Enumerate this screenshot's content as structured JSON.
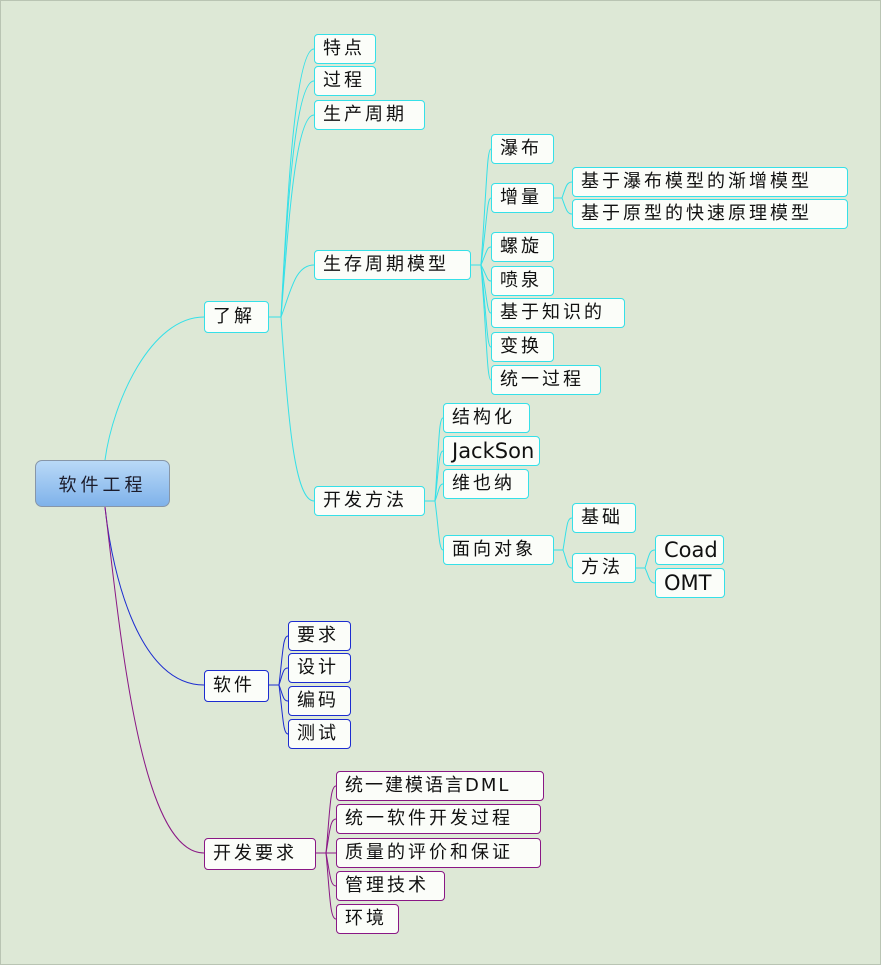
{
  "root": "软件工程",
  "colors": {
    "branch_cyan": "#35e0e8",
    "branch_blue": "#1c2cd0",
    "branch_purple": "#8a1785",
    "background": "#dde8d6"
  },
  "branches": [
    {
      "label": "了解",
      "children": [
        {
          "label": "特点"
        },
        {
          "label": "过程"
        },
        {
          "label": "生产周期"
        },
        {
          "label": "生存周期模型",
          "children": [
            {
              "label": "瀑布"
            },
            {
              "label": "增量",
              "children": [
                {
                  "label": "基于瀑布模型的渐增模型"
                },
                {
                  "label": "基于原型的快速原理模型"
                }
              ]
            },
            {
              "label": "螺旋"
            },
            {
              "label": "喷泉"
            },
            {
              "label": "基于知识的"
            },
            {
              "label": "变换"
            },
            {
              "label": "统一过程"
            }
          ]
        },
        {
          "label": "开发方法",
          "children": [
            {
              "label": "结构化"
            },
            {
              "label": "JackSon"
            },
            {
              "label": "维也纳"
            },
            {
              "label": "面向对象",
              "children": [
                {
                  "label": "基础"
                },
                {
                  "label": "方法",
                  "children": [
                    {
                      "label": "Coad"
                    },
                    {
                      "label": "OMT"
                    }
                  ]
                }
              ]
            }
          ]
        }
      ]
    },
    {
      "label": "软件",
      "children": [
        {
          "label": "要求"
        },
        {
          "label": "设计"
        },
        {
          "label": "编码"
        },
        {
          "label": "测试"
        }
      ]
    },
    {
      "label": "开发要求",
      "children": [
        {
          "label": "统一建模语言DML"
        },
        {
          "label": "统一软件开发过程"
        },
        {
          "label": "质量的评价和保证"
        },
        {
          "label": "管理技术"
        },
        {
          "label": "环境"
        }
      ]
    }
  ]
}
